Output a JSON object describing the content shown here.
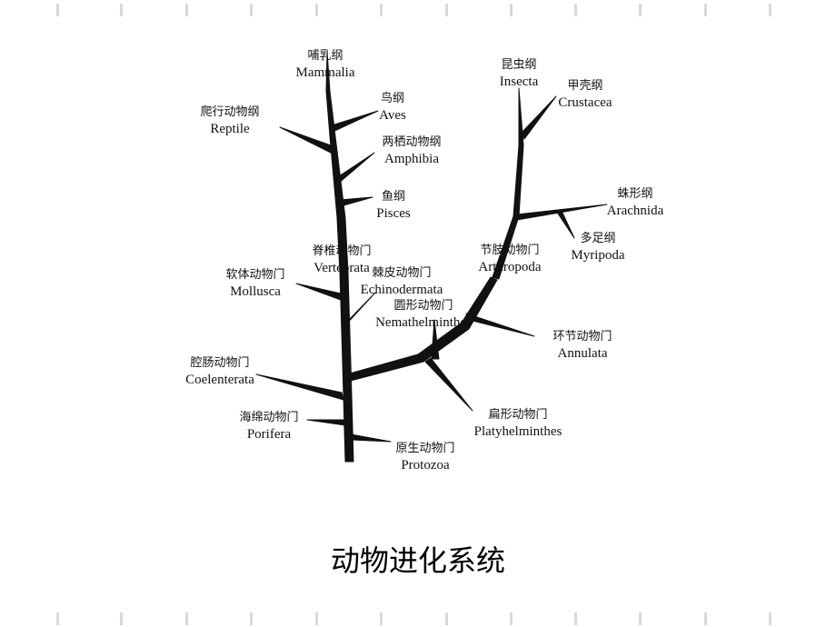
{
  "caption": "动物进化系统",
  "taxa": {
    "mammalia": {
      "cn": "哺乳纲",
      "en": "Mammalia"
    },
    "aves": {
      "cn": "鸟纲",
      "en": "Aves"
    },
    "reptile": {
      "cn": "爬行动物纲",
      "en": "Reptile"
    },
    "amphibia": {
      "cn": "两栖动物纲",
      "en": "Amphibia"
    },
    "pisces": {
      "cn": "鱼纲",
      "en": "Pisces"
    },
    "vertebrata": {
      "cn": "脊椎动物门",
      "en": "Vertebrata"
    },
    "mollusca": {
      "cn": "软体动物门",
      "en": "Mollusca"
    },
    "echinodermata": {
      "cn": "棘皮动物门",
      "en": "Echinodermata"
    },
    "nemathelminthes": {
      "cn": "圆形动物门",
      "en": "Nemathelminthes"
    },
    "coelenterata": {
      "cn": "腔肠动物门",
      "en": "Coelenterata"
    },
    "porifera": {
      "cn": "海绵动物门",
      "en": "Porifera"
    },
    "protozoa": {
      "cn": "原生动物门",
      "en": "Protozoa"
    },
    "insecta": {
      "cn": "昆虫纲",
      "en": "Insecta"
    },
    "crustacea": {
      "cn": "甲壳纲",
      "en": "Crustacea"
    },
    "arachnida": {
      "cn": "蛛形纲",
      "en": "Arachnida"
    },
    "myripoda": {
      "cn": "多足纲",
      "en": "Myripoda"
    },
    "arthropoda": {
      "cn": "节肢动物门",
      "en": "Arthropoda"
    },
    "annulata": {
      "cn": "环节动物门",
      "en": "Annulata"
    },
    "platyhelminthes": {
      "cn": "扁形动物门",
      "en": "Platyhelminthes"
    }
  }
}
